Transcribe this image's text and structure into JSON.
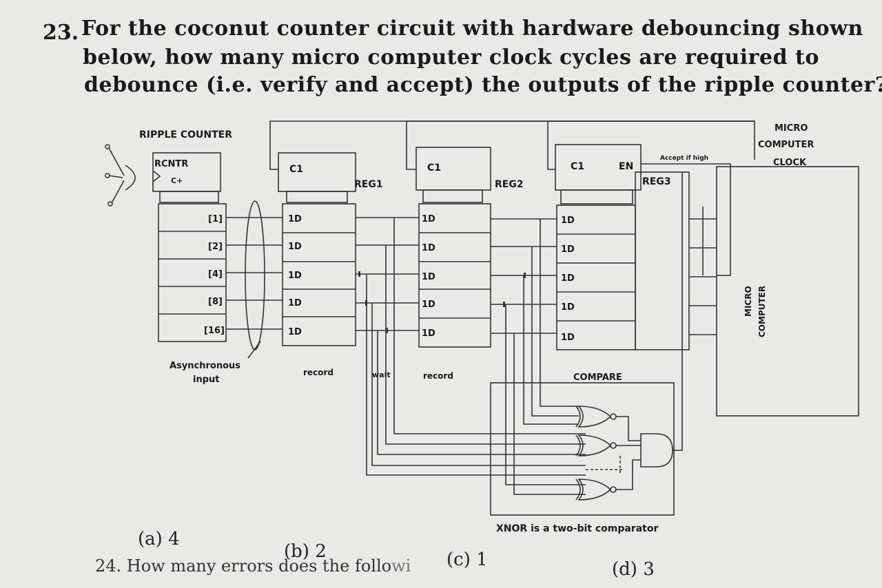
{
  "question": {
    "number": "23.",
    "lines": [
      "For the coconut counter circuit with hardware debouncing shown",
      "below, how many micro computer clock cycles are required to",
      "debounce (i.e. verify and accept) the outputs of the ripple counter?"
    ]
  },
  "diagram": {
    "ripple_counter_label": "RIPPLE COUNTER",
    "rcntr_label": "RCNTR",
    "clock_input_label": "C+",
    "counter_outputs": [
      "[1]",
      "[2]",
      "[4]",
      "[8]",
      "[16]"
    ],
    "async_label_1": "Asynchronous",
    "async_label_2": "input",
    "clock_pin_label": "C1",
    "d_input_label": "1D",
    "enable_label": "EN",
    "reg1_label": "REG1",
    "reg2_label": "REG2",
    "reg3_label": "REG3",
    "accept_label": "Accept if high",
    "micro_clock_lines": [
      "MICRO",
      "COMPUTER",
      "CLOCK"
    ],
    "micro_computer_lines": [
      "MICRO",
      "COMPUTER"
    ],
    "record_label": "record",
    "wait_label": "wait",
    "compare_label": "COMPARE",
    "xnor_note": "XNOR is a two-bit comparator"
  },
  "answers": [
    {
      "label": "(a)",
      "value": "4"
    },
    {
      "label": "(b)",
      "value": "2"
    },
    {
      "label": "(c)",
      "value": "1"
    },
    {
      "label": "(d)",
      "value": "3"
    }
  ],
  "next_question": {
    "visible": "24. How many errors does the follo",
    "faded": "wi"
  }
}
